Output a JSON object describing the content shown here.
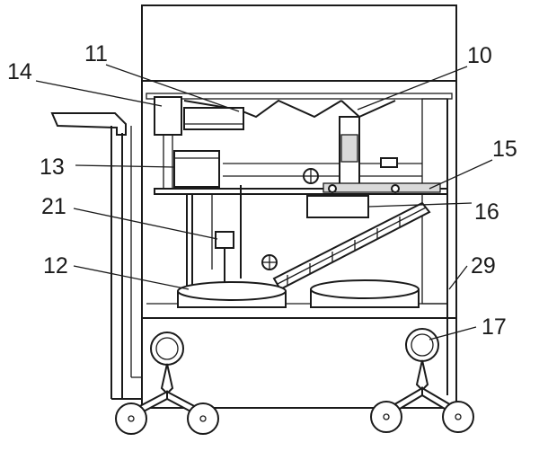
{
  "labels": {
    "l10": "10",
    "l11": "11",
    "l12": "12",
    "l13": "13",
    "l14": "14",
    "l15": "15",
    "l16": "16",
    "l17": "17",
    "l21": "21",
    "l29": "29"
  }
}
